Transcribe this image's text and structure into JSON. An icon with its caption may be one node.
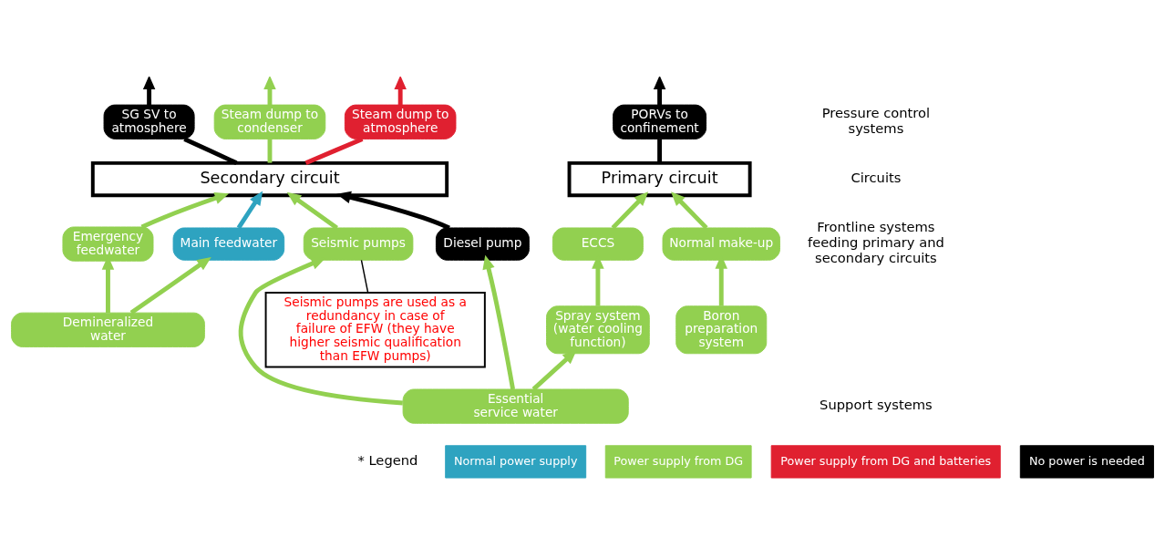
{
  "diagram": {
    "nodes": [
      {
        "text": [
          "PORVs to confinement"
        ]
      },
      {
        "text": [
          "Steam dump to condenser"
        ]
      },
      {
        "text": [
          "Steam dump to atmosphere"
        ]
      },
      {
        "text": [
          "SG SV to atmosphere"
        ]
      },
      {
        "text": [
          "Primary circuit"
        ]
      },
      {
        "text": [
          "Secondary circuit"
        ]
      },
      {
        "text": [
          "ECCS"
        ]
      },
      {
        "text": [
          "Normal make-up"
        ]
      },
      {
        "text": [
          "Main feedwater"
        ]
      },
      {
        "text": [
          "Emergency feedwater"
        ]
      },
      {
        "text": [
          "Seismic pumps"
        ]
      },
      {
        "text": [
          "Diesel pump"
        ]
      },
      {
        "text": [
          "Spray system (water cooling function)"
        ]
      },
      {
        "text": [
          "Boron preparation system"
        ]
      },
      {
        "text": [
          "Demineralized water"
        ]
      },
      {
        "text": [
          "Essential service water"
        ]
      },
      {
        "text": [
          "Seismic pumps are used as a redundancy in case of failure of EFW (they have higher seismic qualification than EFW pumps)"
        ]
      }
    ],
    "edges": [
      {
        "from": 4,
        "to": 0,
        "arrow": "none",
        "color": "#000000"
      },
      {
        "from": 0,
        "to": null,
        "arrow": "to",
        "color": "#000000"
      },
      {
        "from": 5,
        "to": 1,
        "arrow": "none"
      },
      {
        "from": 1,
        "to": null,
        "arrow": "to"
      },
      {
        "from": 5,
        "to": 2,
        "arrow": "none",
        "color": "#e02030"
      },
      {
        "from": 2,
        "to": null,
        "arrow": "to",
        "color": "#e02030"
      },
      {
        "from": 5,
        "to": 3,
        "arrow": "none",
        "color": "#000000"
      },
      {
        "from": 3,
        "to": null,
        "arrow": "to",
        "color": "#000000"
      },
      {
        "from": 6,
        "to": 4,
        "arrow": "to"
      },
      {
        "from": 7,
        "to": 4,
        "arrow": "to"
      },
      {
        "from": 8,
        "to": 5,
        "arrow": "to",
        "color": "#2ea3c0"
      },
      {
        "from": 9,
        "to": 5,
        "arrow": "to"
      },
      {
        "from": 10,
        "to": 5,
        "arrow": "to"
      },
      {
        "from": 11,
        "to": 5,
        "arrow": "to",
        "color": "#000000"
      },
      {
        "from": 12,
        "to": 6,
        "arrow": "to"
      },
      {
        "from": 13,
        "to": 7,
        "arrow": "to"
      },
      {
        "from": 14,
        "to": 8,
        "arrow": "to"
      },
      {
        "from": 14,
        "to": 9,
        "arrow": "to"
      },
      {
        "from": 15,
        "to": 12,
        "arrow": "to"
      },
      {
        "from": 15,
        "to": 10,
        "arrow": "to"
      },
      {
        "from": 15,
        "to": 11,
        "arrow": "to"
      },
      {
        "from": 16,
        "to": 10,
        "arrow": "none",
        "color": "#000000"
      }
    ],
    "labels": [
      "Pressure control systems",
      "Circuits",
      "Frontline systems feeding primary and secondary circuits",
      "Support systems",
      "* Legend"
    ],
    "legend": [
      {
        "text": "Normal power supply",
        "color": "#2ea3c0"
      },
      {
        "text": "Power supply from DG",
        "color": "#92d050"
      },
      {
        "text": "Power supply from DG and batteries",
        "color": "#e02030"
      },
      {
        "text": "No power is needed",
        "color": "#000000"
      }
    ]
  }
}
